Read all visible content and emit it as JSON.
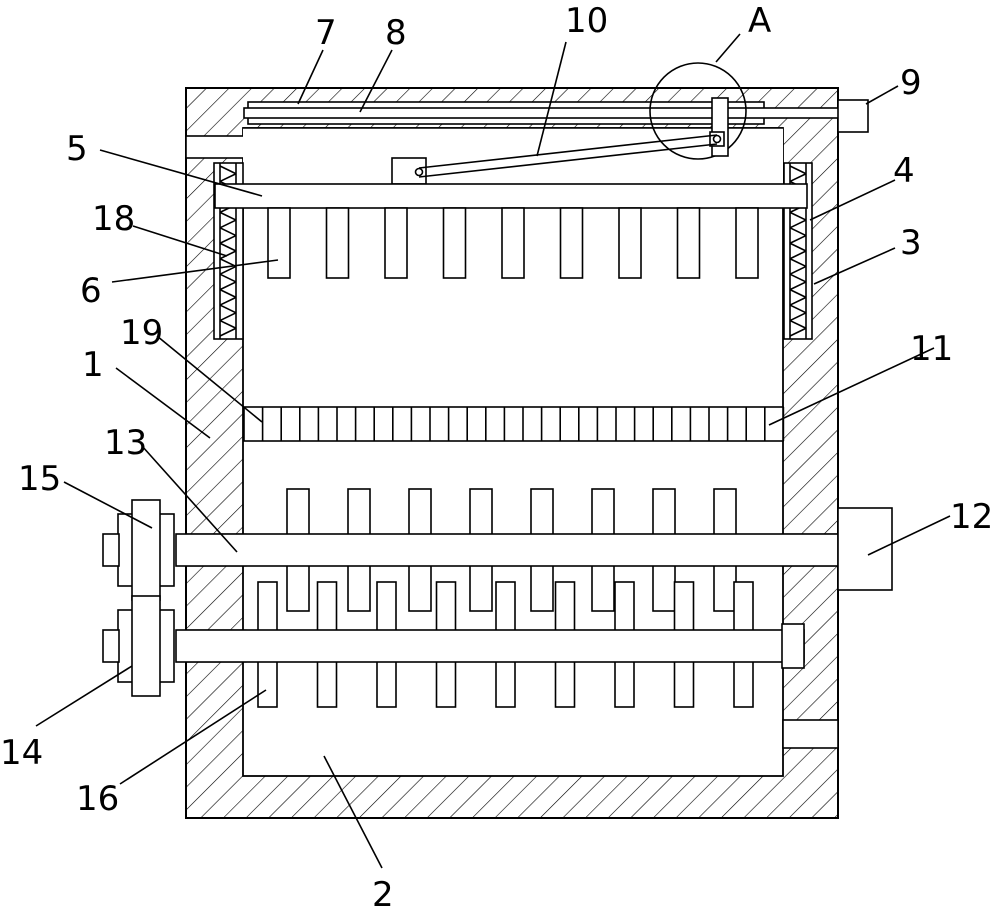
{
  "figure": {
    "labels": [
      "1",
      "2",
      "3",
      "4",
      "5",
      "6",
      "7",
      "8",
      "9",
      "10",
      "11",
      "12",
      "13",
      "14",
      "15",
      "16",
      "18",
      "19",
      "A"
    ]
  }
}
